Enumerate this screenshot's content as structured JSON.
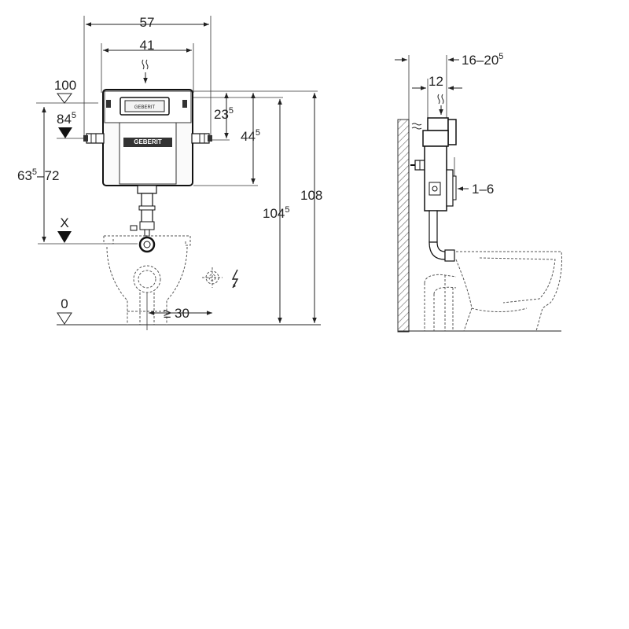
{
  "front_view": {
    "dim_width_outer": {
      "main": "57",
      "sup": ""
    },
    "dim_width_inner": {
      "main": "41",
      "sup": ""
    },
    "level_top": {
      "main": "100",
      "sup": ""
    },
    "level_inlet": {
      "main": "84",
      "sup": "5"
    },
    "range_height": {
      "pre": "63",
      "sup": "5",
      "post": "–72"
    },
    "level_x": {
      "main": "X",
      "sup": ""
    },
    "level_zero": {
      "main": "0",
      "sup": ""
    },
    "dim_23": {
      "main": "23",
      "sup": "5"
    },
    "dim_44": {
      "main": "44",
      "sup": "5"
    },
    "dim_104": {
      "main": "104",
      "sup": "5"
    },
    "dim_108": {
      "main": "108",
      "sup": ""
    },
    "dim_min30": {
      "main": "≥ 30",
      "sup": ""
    },
    "brand_mark": "GEBERIT",
    "plate_brand": "GEBERIT"
  },
  "side_view": {
    "dim_depth": {
      "main": "16–20",
      "sup": "5"
    },
    "dim_12": {
      "main": "12",
      "sup": ""
    },
    "dim_plate": {
      "main": "1–6",
      "sup": ""
    }
  },
  "icons": [
    "water-supply-icon",
    "electric-supply-icon",
    "level-triangle-icon",
    "dimension-arrow-icon"
  ]
}
